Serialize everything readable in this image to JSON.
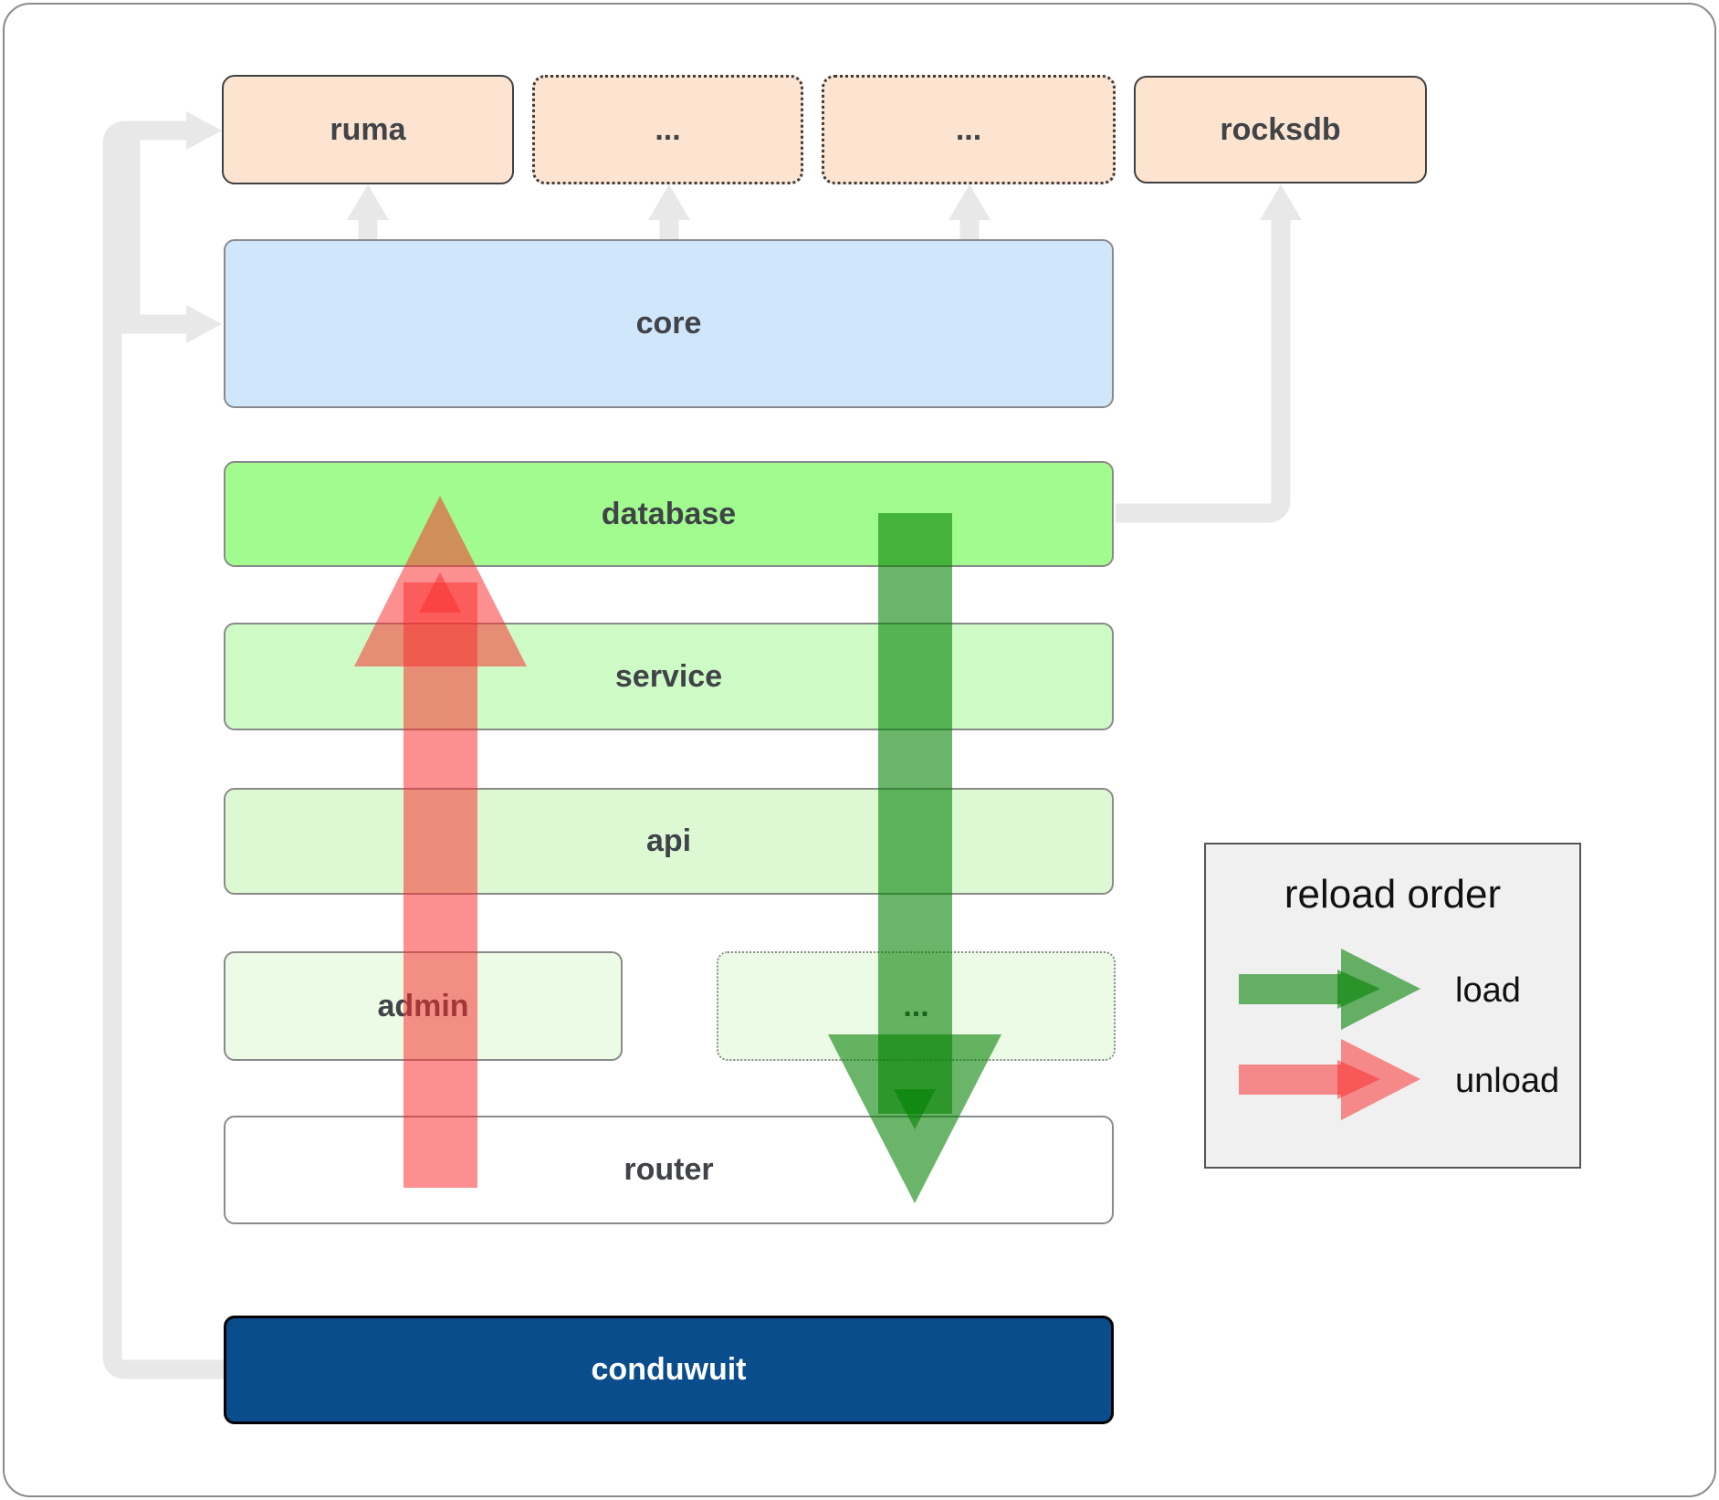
{
  "diagram": {
    "nodes": [
      {
        "id": "ruma",
        "label": "ruma"
      },
      {
        "id": "etc1",
        "label": "..."
      },
      {
        "id": "etc2",
        "label": "..."
      },
      {
        "id": "rocksdb",
        "label": "rocksdb"
      },
      {
        "id": "core",
        "label": "core"
      },
      {
        "id": "database",
        "label": "database"
      },
      {
        "id": "service",
        "label": "service"
      },
      {
        "id": "api",
        "label": "api"
      },
      {
        "id": "admin",
        "label": "admin"
      },
      {
        "id": "etc3",
        "label": "..."
      },
      {
        "id": "router",
        "label": "router"
      },
      {
        "id": "conduwuit",
        "label": "conduwuit"
      }
    ],
    "legend": {
      "title": "reload order",
      "items": [
        {
          "label": "load",
          "color": "#008000"
        },
        {
          "label": "unload",
          "color": "#fa2e2e"
        }
      ]
    },
    "palette": {
      "node_peach": "#fce4d1",
      "core_blue": "#d0e6fa",
      "database_green": "#a2fb8e",
      "service_green": "#cefac6",
      "api_green": "#ddf9d3",
      "admin_green": "#ebfbe5",
      "router_white": "#ffffff",
      "conduwuit_blue": "#0a4d8c",
      "connector_gray": "#e8e8e8",
      "load_green": "#008000",
      "unload_red": "#fa2e2e"
    }
  }
}
